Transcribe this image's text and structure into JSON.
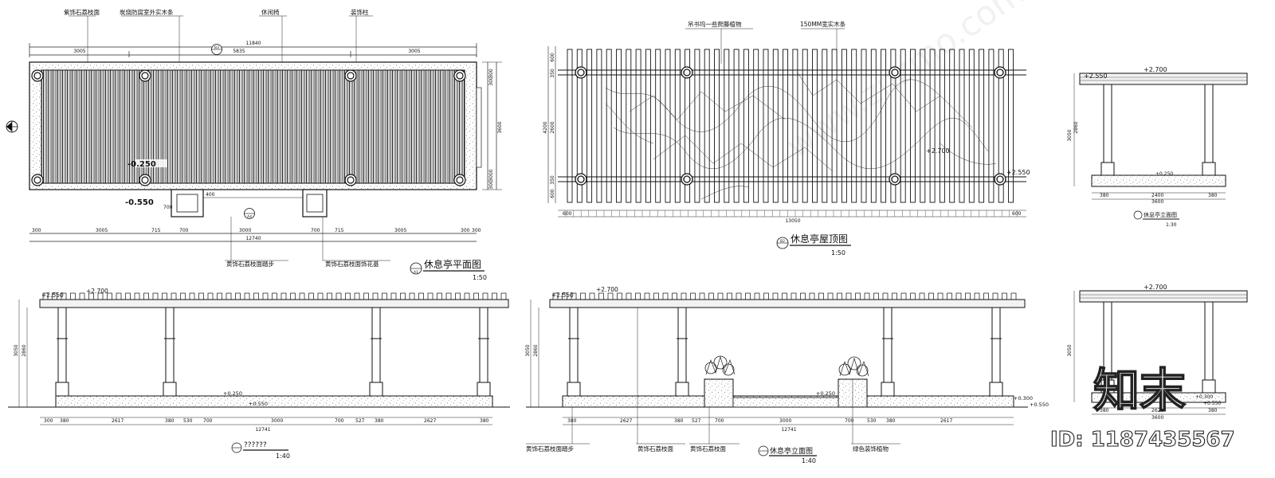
{
  "plan": {
    "labels": [
      "紫饰石荔枝面",
      "炭烧防腐室外实木条",
      "休闲椅",
      "装饰柱"
    ],
    "bottom_labels": [
      "黄饰石荔枝面踏步",
      "黄饰石荔枝面饰花基"
    ],
    "title": "休息亭平面图",
    "scale": "1:50",
    "badge_top": "B3",
    "badge_bottom": "A4",
    "badge_title": "A1",
    "level_a": "-0.250",
    "level_b": "-0.550",
    "dim_top": [
      "11840",
      "3005",
      "5835",
      "3005"
    ],
    "dim_bottom": [
      "300",
      "3005",
      "715",
      "700",
      "3000",
      "700",
      "715",
      "3005",
      "300",
      "300"
    ],
    "dim_bottom_total": "12740",
    "dim_right": [
      "300",
      "300",
      "3600",
      "3000",
      "300"
    ],
    "dim_step": "700",
    "dim_step2": "400"
  },
  "roof": {
    "labels": [
      "吊书坞一些爬藤植物",
      "150MM宽实木条"
    ],
    "title": "休息亭屋顶图",
    "scale": "1:50",
    "badge": "B2",
    "level_a": "+2.700",
    "level_b": "+2.550",
    "dim_left": [
      "4200",
      "600",
      "350",
      "2600",
      "350",
      "600"
    ],
    "dim_bottom_total": "13050",
    "dim_bottom_end": [
      "600",
      "600"
    ]
  },
  "side_top": {
    "levels": [
      "+2.700",
      "+2.550",
      "+0.250"
    ],
    "title": "休息亭立面图",
    "scale": "1:30",
    "dims": [
      "380",
      "2400",
      "380",
      "3600"
    ],
    "dim_v": [
      "3050",
      "2860"
    ]
  },
  "elev_left": {
    "levels": [
      "+2.700",
      "+2.550",
      "+0.250",
      "+0.550"
    ],
    "title": "??????",
    "scale": "1:40",
    "dims": [
      "300",
      "380",
      "2617",
      "380",
      "530",
      "700",
      "3000",
      "700",
      "527",
      "380",
      "2627",
      "380"
    ],
    "dim_total": "12741",
    "dim_v": [
      "3050",
      "2860"
    ]
  },
  "elev_mid": {
    "levels": [
      "+2.700",
      "+2.550",
      "+0.250",
      "+0.300",
      "+0.550"
    ],
    "labels": [
      "黄饰石荔枝面踏步",
      "黄饰石荔枝面",
      "黄饰石荔枝面",
      "绿色装饰植物"
    ],
    "title": "休息亭立面图",
    "scale": "1:40",
    "dims": [
      "380",
      "2627",
      "380",
      "527",
      "700",
      "3000",
      "700",
      "530",
      "380",
      "2617"
    ],
    "dim_total": "12741",
    "dim_v": [
      "3050",
      "2860"
    ]
  },
  "side_bottom": {
    "levels": [
      "+2.700",
      "+0.300",
      "+0.550"
    ],
    "dims": [
      "380",
      "2620",
      "380",
      "3600"
    ],
    "dim_v": [
      "3050"
    ]
  },
  "watermark": {
    "logo": "知末",
    "id_text": "ID: 1187435567",
    "url": "www.znzmo.com"
  }
}
